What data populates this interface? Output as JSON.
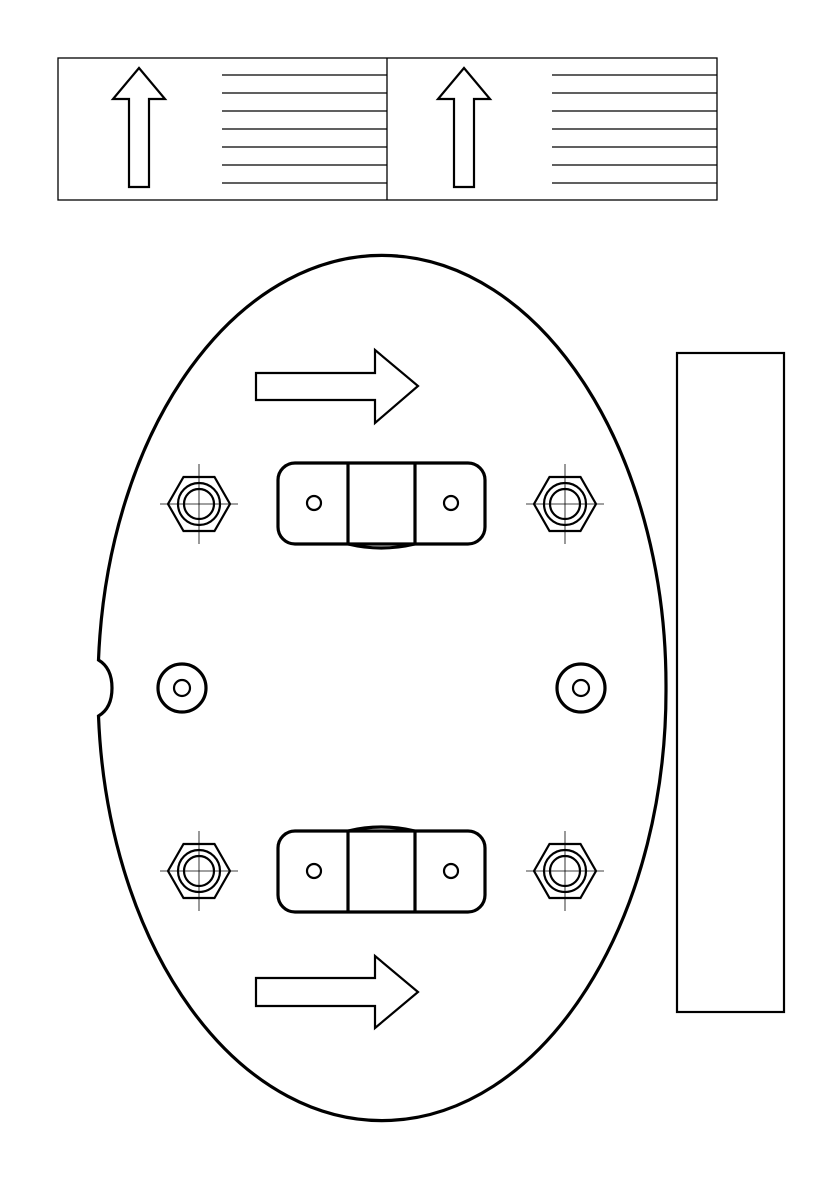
{
  "colors": {
    "stroke": "#000000",
    "background": "#ffffff"
  },
  "labels": {
    "panels": [
      {
        "arrow": "up-arrow-icon",
        "writing_lines": 7
      },
      {
        "arrow": "up-arrow-icon",
        "writing_lines": 7
      }
    ]
  },
  "plate": {
    "arrows": [
      "right-arrow-icon",
      "right-arrow-icon"
    ],
    "hex_nuts": 4,
    "brackets": 2,
    "round_bosses": 2,
    "notch": true
  },
  "side_strip": {
    "shape": "rectangle"
  }
}
